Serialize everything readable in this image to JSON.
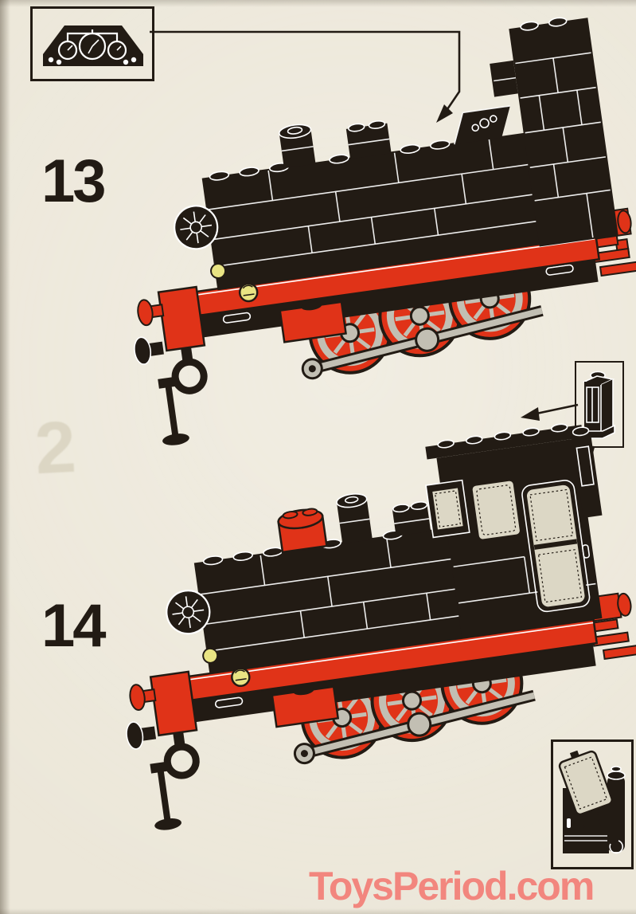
{
  "colors": {
    "paper": "#ece7d9",
    "ink": "#221b14",
    "red": "#e03318",
    "gray": "#c2bfb3",
    "yellow": "#e9e483",
    "pane": "#dcd7c5",
    "watermark": "#f2867e"
  },
  "steps": [
    {
      "number": "13",
      "callout_icon": "gauge-slope-brick-icon"
    },
    {
      "number": "14",
      "callout_icon": "window-brick-icon"
    }
  ],
  "detail_callout_icon": "cab-door-open-icon",
  "ghost_digit": "2",
  "watermark": {
    "text": "ToysPeriod.com"
  }
}
